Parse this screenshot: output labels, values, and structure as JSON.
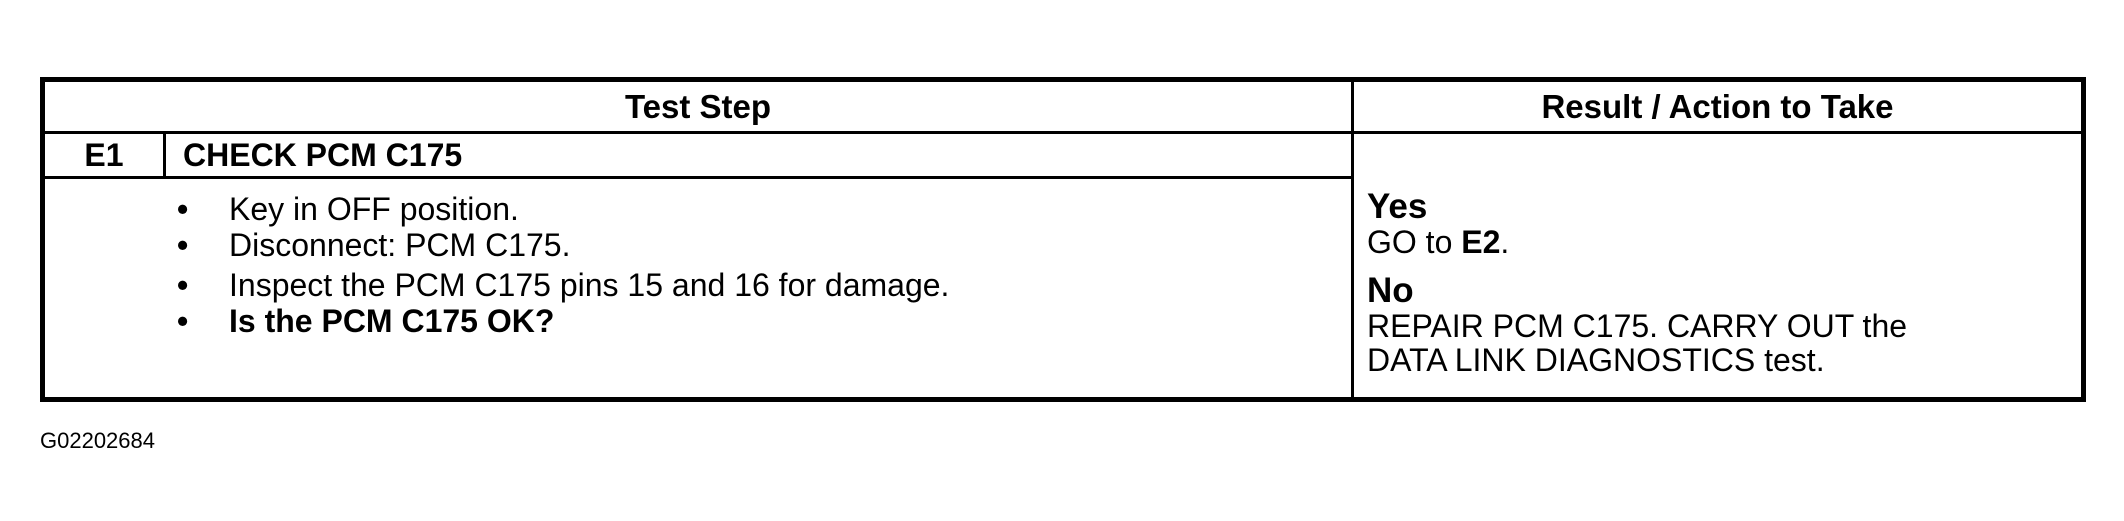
{
  "table": {
    "header": {
      "test_step": "Test Step",
      "result_action": "Result / Action to Take"
    },
    "step": {
      "id": "E1",
      "title": "CHECK PCM C175",
      "instructions": [
        "Key in OFF position.",
        "Disconnect: PCM C175.",
        "Inspect the PCM C175 pins 15 and 16 for damage.",
        "Is the PCM C175 OK?"
      ],
      "bullet": "•"
    },
    "results": [
      {
        "heading": "Yes",
        "action_prefix": "GO to ",
        "action_bold": "E2",
        "action_suffix": "."
      },
      {
        "heading": "No",
        "action_line1": "REPAIR PCM C175. CARRY OUT the",
        "action_line2": "DATA LINK DIAGNOSTICS test."
      }
    ]
  },
  "figure_id": "G02202684"
}
